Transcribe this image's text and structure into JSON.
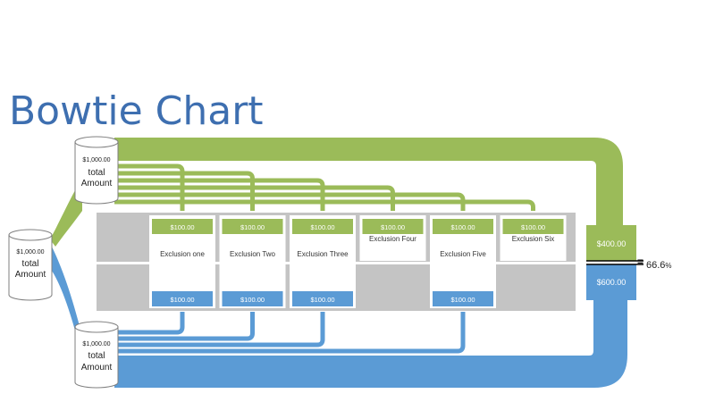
{
  "title": "Bowtie Chart",
  "colors": {
    "green": "#9bbb59",
    "blue": "#5b9bd5",
    "gray": "#c4c4c4",
    "cylinder_fill": "#ffffff",
    "cylinder_stroke": "#7f7f7f"
  },
  "source_total": {
    "amount": "$1,000.00",
    "label_line1": "total",
    "label_line2": "Amount"
  },
  "top_total": {
    "amount": "$1,000.00",
    "label_line1": "total",
    "label_line2": "Amount"
  },
  "bottom_total": {
    "amount": "$1,000.00",
    "label_line1": "total",
    "label_line2": "Amount"
  },
  "exclusions": [
    {
      "name": "Exclusion one",
      "top_value": "$100.00",
      "bottom_value": "$100.00"
    },
    {
      "name": "Exclusion Two",
      "top_value": "$100.00",
      "bottom_value": "$100.00"
    },
    {
      "name": "Exclusion Three",
      "top_value": "$100.00",
      "bottom_value": "$100.00"
    },
    {
      "name": "Exclusion Four",
      "top_value": "$100.00",
      "bottom_value": null
    },
    {
      "name": "Exclusion Five",
      "top_value": "$100.00",
      "bottom_value": "$100.00"
    },
    {
      "name": "Exclusion Six",
      "top_value": "$100.00",
      "bottom_value": null
    }
  ],
  "result_green": "$400.00",
  "result_blue": "$600.00",
  "ratio": {
    "value": "66.6",
    "unit": "%"
  }
}
